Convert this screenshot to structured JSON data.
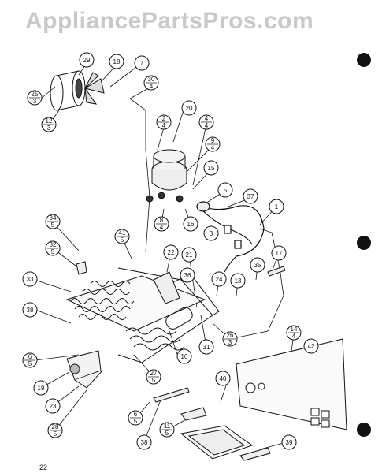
{
  "watermark": "AppliancePartsPros.com",
  "page_number": "22",
  "callouts": {
    "c29": "29",
    "c18": "18",
    "c7": "7",
    "c25_3": [
      "25",
      "3"
    ],
    "c12_3": [
      "12",
      "3"
    ],
    "c30_4": [
      "30",
      "4"
    ],
    "c20": "20",
    "c2_4": [
      "2",
      "4"
    ],
    "c4_4": [
      "4",
      "4"
    ],
    "c9_4": [
      "9",
      "4"
    ],
    "c15": "15",
    "c5": "5",
    "c37": "37",
    "c1": "1",
    "c8_4": [
      "8",
      "4"
    ],
    "c16": "16",
    "c3": "3",
    "c34_5": [
      "34",
      "5"
    ],
    "c32_5": [
      "32",
      "5"
    ],
    "c41_5": [
      "41",
      "5"
    ],
    "c22": "22",
    "c21": "21",
    "c17": "17",
    "c35": "35",
    "c33": "33",
    "c36": "36",
    "c24": "24",
    "c13": "13",
    "c38a": "38",
    "c10": "10",
    "c31": "31",
    "c26_3": [
      "26",
      "3"
    ],
    "c14_4": [
      "14",
      "4"
    ],
    "c42": "42",
    "c6_5": [
      "6",
      "5"
    ],
    "c19": "19",
    "c27_5": [
      "27",
      "5"
    ],
    "c23": "23",
    "c28_5": [
      "28",
      "5"
    ],
    "c40": "40",
    "c6b_5": [
      "6",
      "5"
    ],
    "c11_5": [
      "11",
      "5"
    ],
    "c38b": "38",
    "c39": "39"
  },
  "colors": {
    "ink": "#111111",
    "watermark": "#c9c9c9"
  }
}
